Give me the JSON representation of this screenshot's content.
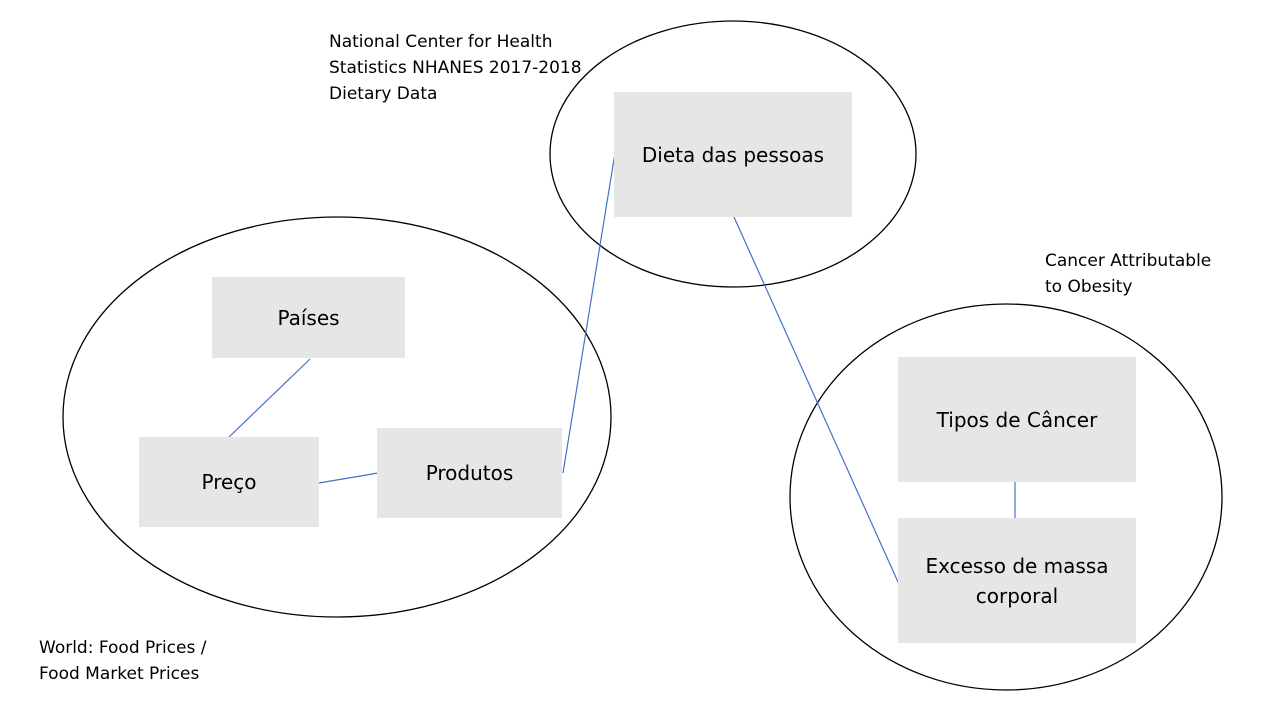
{
  "colors": {
    "box_fill": "#e6e6e6",
    "connector": "#4472c4",
    "circle_stroke": "#000000"
  },
  "sources": {
    "nhanes": "National Center for Health\nStatistics NHANES 2017-2018\nDietary Data",
    "cancer": "Cancer Attributable\nto Obesity",
    "food_prices": "World: Food Prices /\nFood Market Prices"
  },
  "nodes": {
    "dieta": "Dieta das pessoas",
    "paises": "Países",
    "preco": "Preço",
    "produtos": "Produtos",
    "tipos_cancer": "Tipos de Câncer",
    "excesso_massa": "Excesso de massa\ncorporal"
  },
  "edges": [
    {
      "from": "paises",
      "to": "preco"
    },
    {
      "from": "preco",
      "to": "produtos"
    },
    {
      "from": "produtos",
      "to": "dieta"
    },
    {
      "from": "dieta",
      "to": "excesso_massa"
    },
    {
      "from": "tipos_cancer",
      "to": "excesso_massa"
    }
  ]
}
